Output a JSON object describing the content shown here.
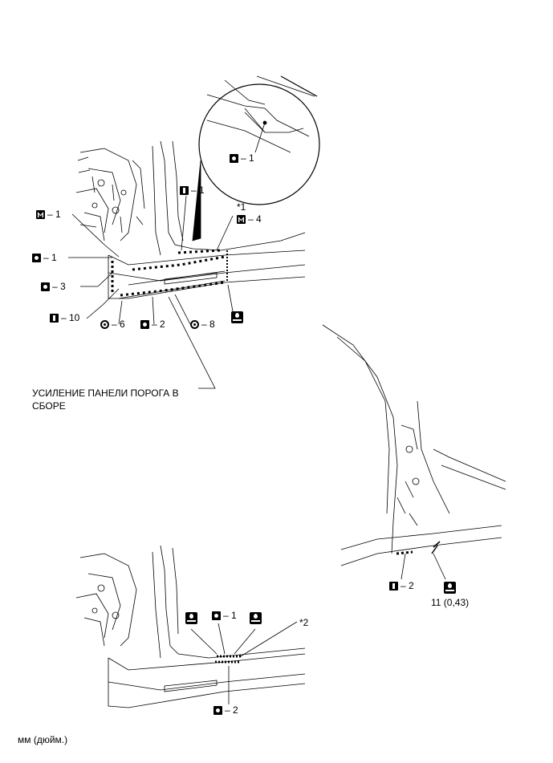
{
  "labels": {
    "mag_top": "– 1",
    "i_top": "– 1",
    "star1": "*1",
    "m4": "– 4",
    "m1": "– 1",
    "o1": "– 1",
    "o3": "– 3",
    "i10": "– 10",
    "ring6": "– 6",
    "o2": "– 2",
    "ring8": "– 8",
    "i2_right": "– 2",
    "dim_right": "11 (0,43)",
    "o1_bottom": "– 1",
    "star2": "*2",
    "o2_bottom": "– 2",
    "part_name": "УСИЛЕНИЕ ПАНЕЛИ ПОРОГА В",
    "part_name_2": "СБОРЕ",
    "units": "мм (дюйм.)"
  }
}
